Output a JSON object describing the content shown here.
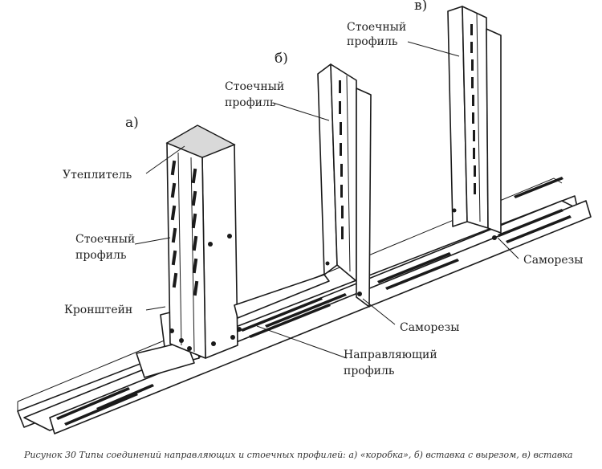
{
  "labels": {
    "a": "а)",
    "b": "б)",
    "v": "в)",
    "insulation": "Утеплитель",
    "stud_a_line1": "Стоечный",
    "stud_a_line2": "профиль",
    "bracket": "Кронштейн",
    "stud_b_line1": "Стоечный",
    "stud_b_line2": "профиль",
    "stud_v_line1": "Стоечный",
    "stud_v_line2": "профиль",
    "screws_right": "Саморезы",
    "screws_mid": "Саморезы",
    "guide_line1": "Направляющий",
    "guide_line2": "профиль"
  },
  "caption": "Рисунок 30 Типы соединений направляющих и стоечных профилей: а) «коробка», б) вставка с вырезом, в) вставка"
}
